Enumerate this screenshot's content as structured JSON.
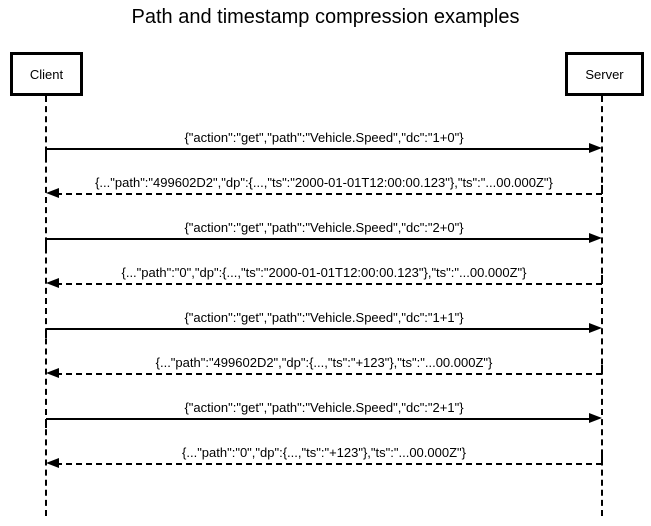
{
  "title": "Path and timestamp compression examples",
  "actors": [
    {
      "name": "Client"
    },
    {
      "name": "Server"
    }
  ],
  "colors": {
    "line": "#000000",
    "background": "#ffffff"
  },
  "messages": [
    {
      "from": "Client",
      "to": "Server",
      "direction": "right",
      "line_style": "solid",
      "label": "{\"action\":\"get\",\"path\":\"Vehicle.Speed\",\"dc\":\"1+0\"}"
    },
    {
      "from": "Server",
      "to": "Client",
      "direction": "left",
      "line_style": "dashed",
      "label": "{...\"path\":\"499602D2\",\"dp\":{...,\"ts\":\"2000-01-01T12:00:00.123\"},\"ts\":\"...00.000Z\"}"
    },
    {
      "from": "Client",
      "to": "Server",
      "direction": "right",
      "line_style": "solid",
      "label": "{\"action\":\"get\",\"path\":\"Vehicle.Speed\",\"dc\":\"2+0\"}"
    },
    {
      "from": "Server",
      "to": "Client",
      "direction": "left",
      "line_style": "dashed",
      "label": "{...\"path\":\"0\",\"dp\":{...,\"ts\":\"2000-01-01T12:00:00.123\"},\"ts\":\"...00.000Z\"}"
    },
    {
      "from": "Client",
      "to": "Server",
      "direction": "right",
      "line_style": "solid",
      "label": "{\"action\":\"get\",\"path\":\"Vehicle.Speed\",\"dc\":\"1+1\"}"
    },
    {
      "from": "Server",
      "to": "Client",
      "direction": "left",
      "line_style": "dashed",
      "label": "{...\"path\":\"499602D2\",\"dp\":{...,\"ts\":\"+123\"},\"ts\":\"...00.000Z\"}"
    },
    {
      "from": "Client",
      "to": "Server",
      "direction": "right",
      "line_style": "solid",
      "label": "{\"action\":\"get\",\"path\":\"Vehicle.Speed\",\"dc\":\"2+1\"}"
    },
    {
      "from": "Server",
      "to": "Client",
      "direction": "left",
      "line_style": "dashed",
      "label": "{...\"path\":\"0\",\"dp\":{...,\"ts\":\"+123\"},\"ts\":\"...00.000Z\"}"
    }
  ]
}
